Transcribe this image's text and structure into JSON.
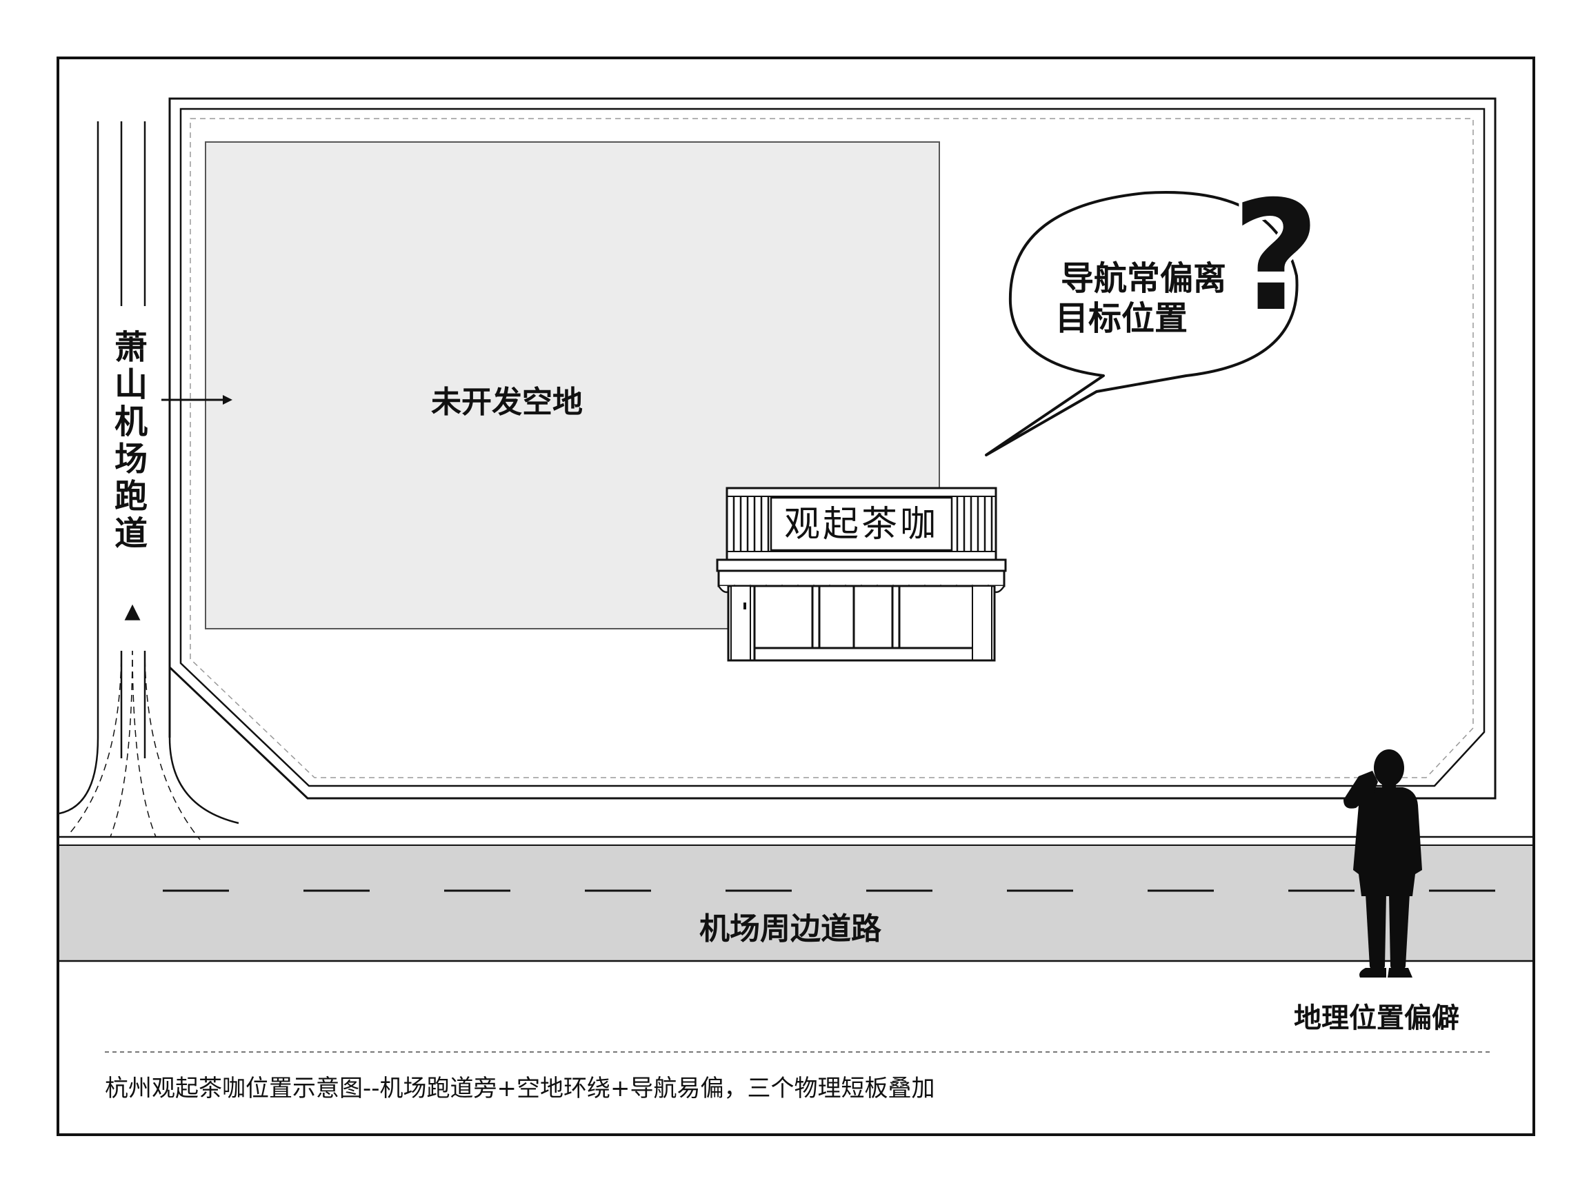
{
  "labels": {
    "runway": "萧山机场跑道",
    "vacant_land": "未开发空地",
    "speech": [
      "导航常偏离",
      "目标位置"
    ],
    "question_mark": "?",
    "shop_sign": "观起茶咖",
    "road": "机场周边道路",
    "remote_location": "地理位置偏僻",
    "caption": "杭州观起茶咖位置示意图--机场跑道旁+空地环绕+导航易偏，三个物理短板叠加"
  },
  "colors": {
    "ink": "#111111",
    "vacant_land_fill": "#ececec",
    "road_fill": "#d3d3d3",
    "background": "#ffffff",
    "silhouette": "#0d0d0d"
  }
}
